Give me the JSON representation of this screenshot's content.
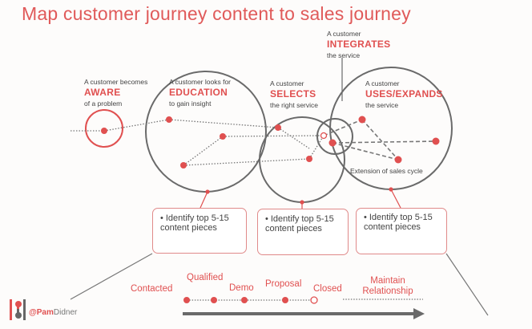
{
  "title": "Map customer journey content to sales journey",
  "stages": [
    {
      "id": "aware",
      "prefix": "A customer becomes",
      "keyword": "AWARE",
      "suffix": "of a problem"
    },
    {
      "id": "education",
      "prefix": "A customer looks for",
      "keyword": "EDUCATION",
      "suffix": "to gain insight"
    },
    {
      "id": "selects",
      "prefix": "A customer",
      "keyword": "SELECTS",
      "suffix": "the right service"
    },
    {
      "id": "integrates",
      "prefix": "A customer",
      "keyword": "INTEGRATES",
      "suffix": "the service"
    },
    {
      "id": "uses",
      "prefix": "A customer",
      "keyword": "USES/EXPANDS",
      "suffix": "the service"
    }
  ],
  "extension_label": "Extension of sales cycle",
  "content_boxes": [
    {
      "bullet": "•",
      "text": "Identify top 5-15 content pieces"
    },
    {
      "bullet": "•",
      "text": "Identify top 5-15 content pieces"
    },
    {
      "bullet": "•",
      "text": "Identify top 5-15 content pieces"
    }
  ],
  "sales_steps": [
    "Contacted",
    "Qualified",
    "Demo",
    "Proposal",
    "Closed",
    "Maintain Relationship"
  ],
  "footer": {
    "handle_at": "@",
    "handle_bold": "Pam",
    "handle_rest": "Didner"
  },
  "colors": {
    "accent": "#e05050",
    "circle": "#6a6a6a",
    "arrow": "#6a6a6a"
  }
}
